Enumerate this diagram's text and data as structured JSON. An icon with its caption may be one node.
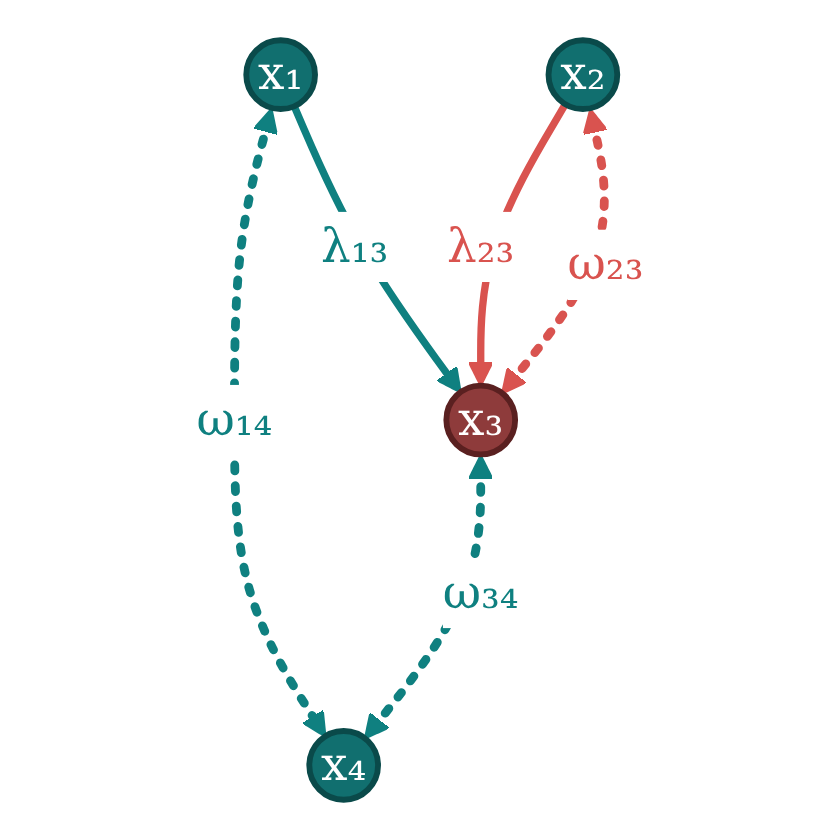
{
  "diagram": {
    "nodes": [
      {
        "text": [
          "x₁"
        ]
      },
      {
        "text": [
          "x₂"
        ]
      },
      {
        "text": [
          "x₃"
        ]
      },
      {
        "text": [
          "x₄"
        ]
      }
    ],
    "edges": [
      {
        "from": 0,
        "to": 2,
        "arrow": "to",
        "label": "λ₁₃"
      },
      {
        "from": 1,
        "to": 2,
        "arrow": "to",
        "label": "λ₂₃",
        "color": "#d9534f"
      },
      {
        "from": 1,
        "to": 2,
        "arrow": "both",
        "label": "ω₂₃",
        "style": "dashed",
        "color": "#d9534f"
      },
      {
        "from": 0,
        "to": 3,
        "arrow": "both",
        "label": "ω₁₄",
        "style": "dashed"
      },
      {
        "from": 2,
        "to": 3,
        "arrow": "both",
        "label": "ω₃₄",
        "style": "dashed"
      }
    ]
  }
}
